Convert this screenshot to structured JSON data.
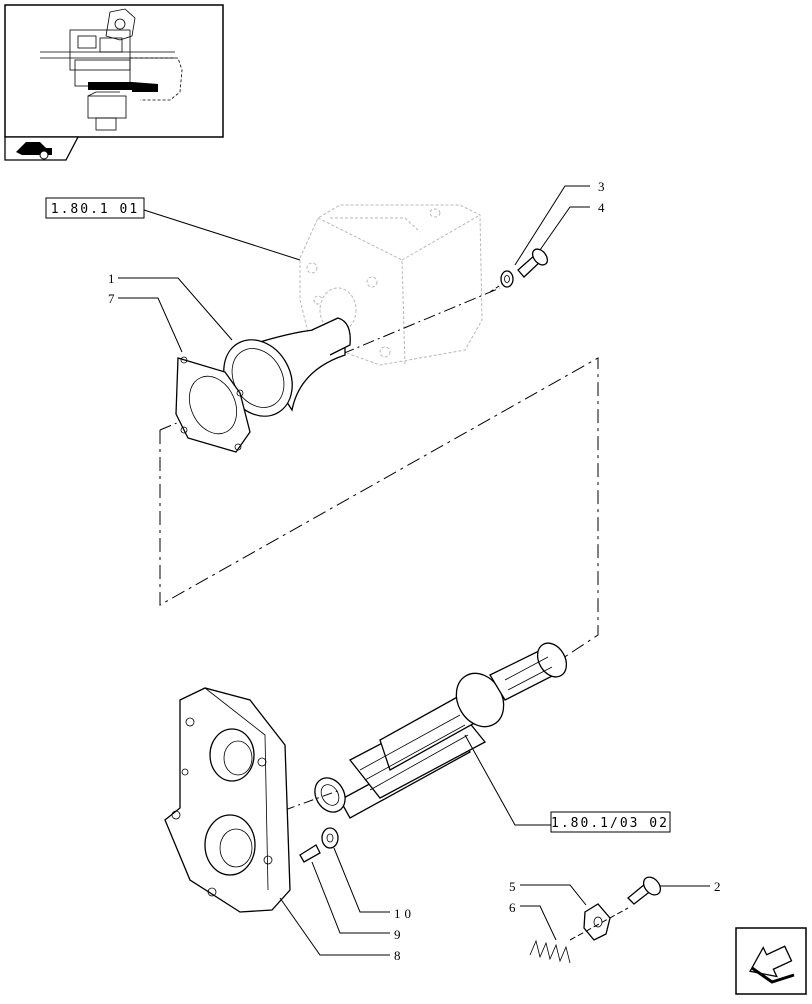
{
  "refs": {
    "top_left": "1.80.1 01",
    "bottom_right": "1.80.1/03 02"
  },
  "callouts": {
    "c1": "1",
    "c2": "2",
    "c3": "3",
    "c4": "4",
    "c5": "5",
    "c6": "6",
    "c7": "7",
    "c8": "8",
    "c9": "9",
    "c10": "10"
  },
  "icons": {
    "thumbnail_nav": "tractor-icon",
    "next_page": "arrow-next-icon"
  }
}
